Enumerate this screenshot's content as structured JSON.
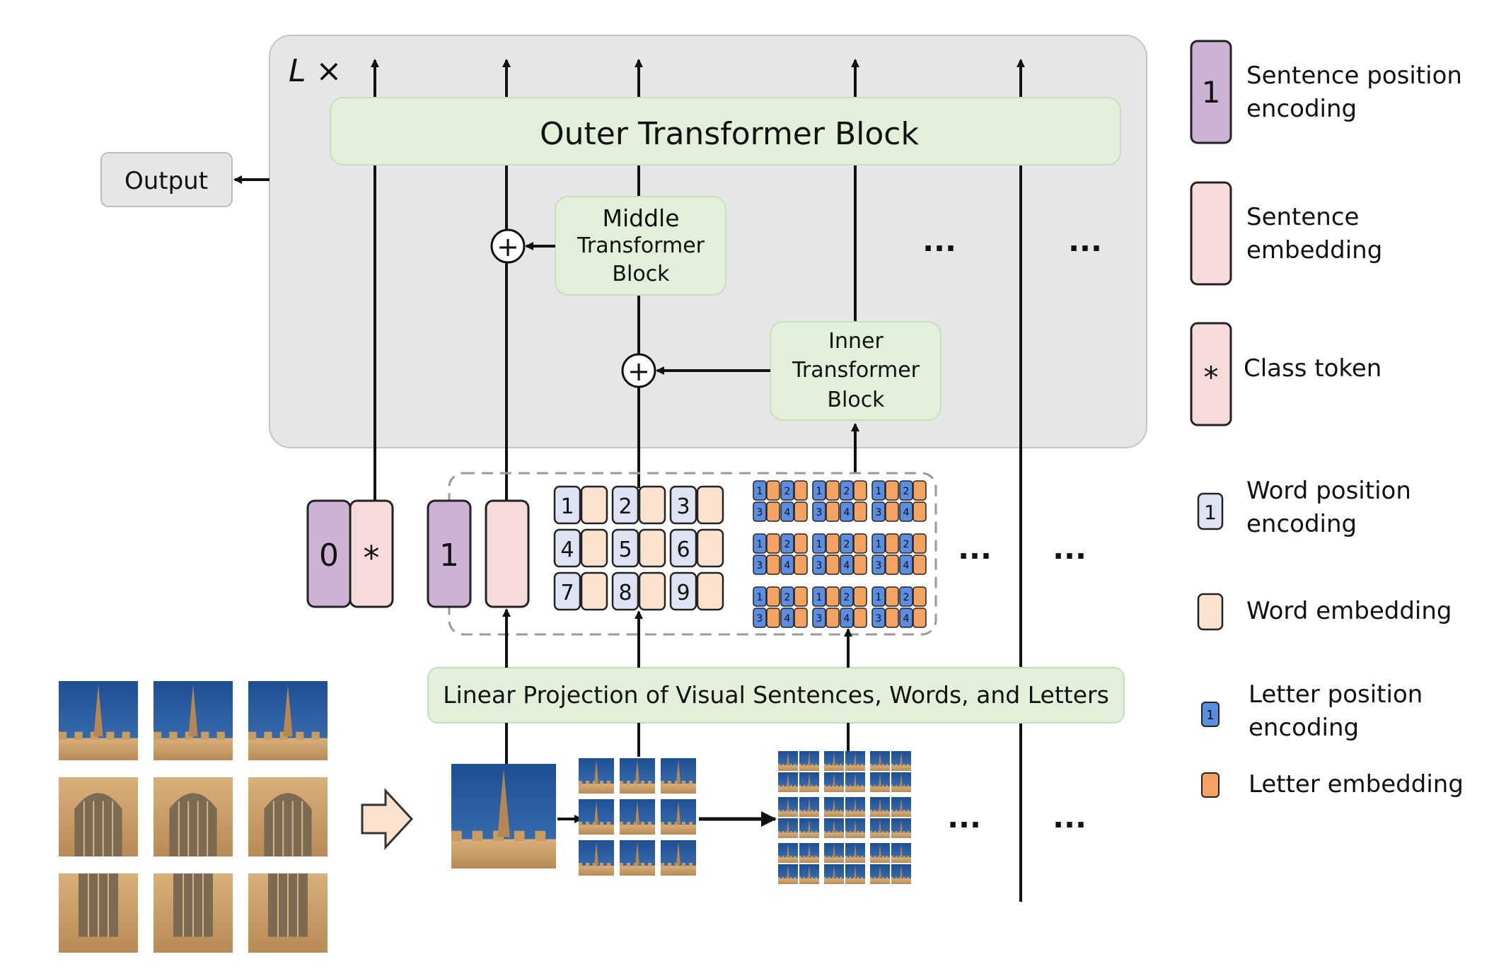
{
  "outer_block": {
    "repeat_label": "L ×",
    "title": "Outer Transformer Block"
  },
  "output_label": "Output",
  "middle_block": {
    "line1": "Middle",
    "line2": "Transformer",
    "line3": "Block"
  },
  "inner_block": {
    "line1": "Inner",
    "line2": "Transformer",
    "line3": "Block"
  },
  "projection_label": "Linear Projection of Visual Sentences, Words, and Letters",
  "ellipsis": "...",
  "plus_symbol": "+",
  "tokens": {
    "class_position": "0",
    "class_symbol": "*",
    "sentence_position": "1",
    "word_positions": [
      "1",
      "2",
      "3",
      "4",
      "5",
      "6",
      "7",
      "8",
      "9"
    ],
    "letter_positions": [
      "1",
      "2",
      "3",
      "4"
    ]
  },
  "legend": {
    "sentence_position": {
      "symbol": "1",
      "line1": "Sentence position",
      "line2": "encoding"
    },
    "sentence_embedding": {
      "line1": "Sentence",
      "line2": "embedding"
    },
    "class_token": {
      "symbol": "*",
      "label": "Class token"
    },
    "word_position": {
      "symbol": "1",
      "line1": "Word position",
      "line2": "encoding"
    },
    "word_embedding": {
      "label": "Word embedding"
    },
    "letter_position": {
      "symbol": "1",
      "line1": "Letter position",
      "line2": "encoding"
    },
    "letter_embedding": {
      "label": "Letter embedding"
    }
  },
  "colors": {
    "sentence_position": "#cdb3d3",
    "sentence_embedding": "#f7dbdc",
    "word_position": "#dde3f3",
    "word_embedding": "#fbe2cf",
    "letter_position": "#5b8ee0",
    "letter_embedding": "#f4a262",
    "block_fill": "#e2f0d9",
    "panel_fill": "#e6e6e6",
    "sky": "#2f5d9a",
    "stone": "#c8a06a"
  }
}
